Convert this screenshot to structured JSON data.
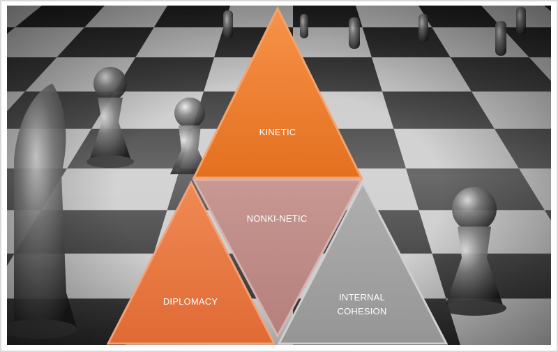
{
  "diagram": {
    "kinetic_label": "KINETIC",
    "nonkinetic_label": "NONKI-NETIC",
    "diplomacy_label": "DIPLOMACY",
    "internal_label_line1": "INTERNAL",
    "internal_label_line2": "COHESION"
  },
  "background": {
    "subject": "chessboard-with-glass-pieces"
  },
  "colors": {
    "kinetic": "#ef7d2e",
    "nonkinetic": "#c08a86",
    "diplomacy": "#ea7a42",
    "internal": "#a3a3a3",
    "border": "#d9d9d9"
  }
}
